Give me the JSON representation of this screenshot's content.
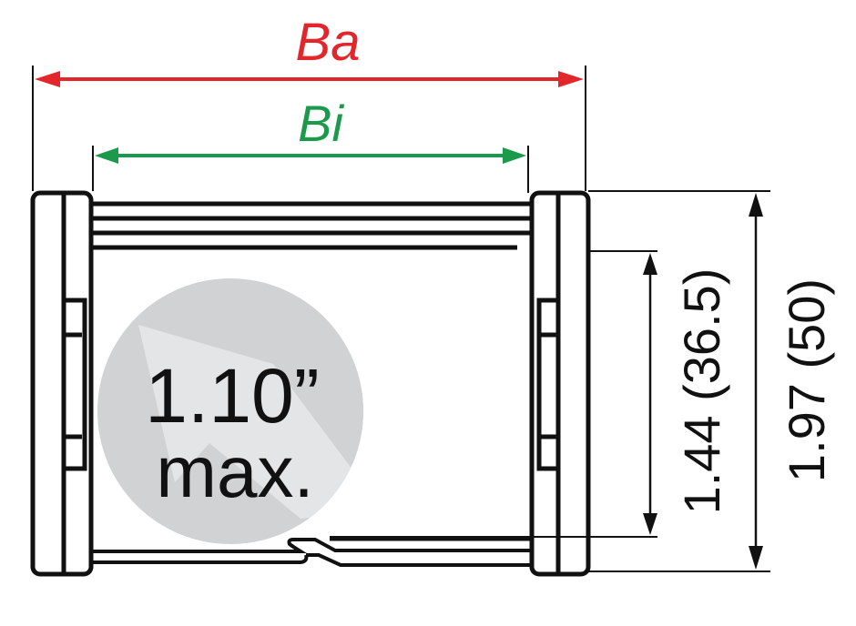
{
  "dimensions": {
    "outer_width_label": "Ba",
    "inner_width_label": "Bi",
    "inner_height_label": "1.44 (36.5)",
    "outer_height_label": "1.97 (50)"
  },
  "badge": {
    "value": "1.10”",
    "suffix": "max."
  },
  "colors": {
    "outer_width": "#e3262b",
    "inner_width": "#1c9a4b",
    "badge_fill": "#d1d2d4",
    "badge_highlight": "#e4e5e6",
    "outline": "#111111"
  }
}
